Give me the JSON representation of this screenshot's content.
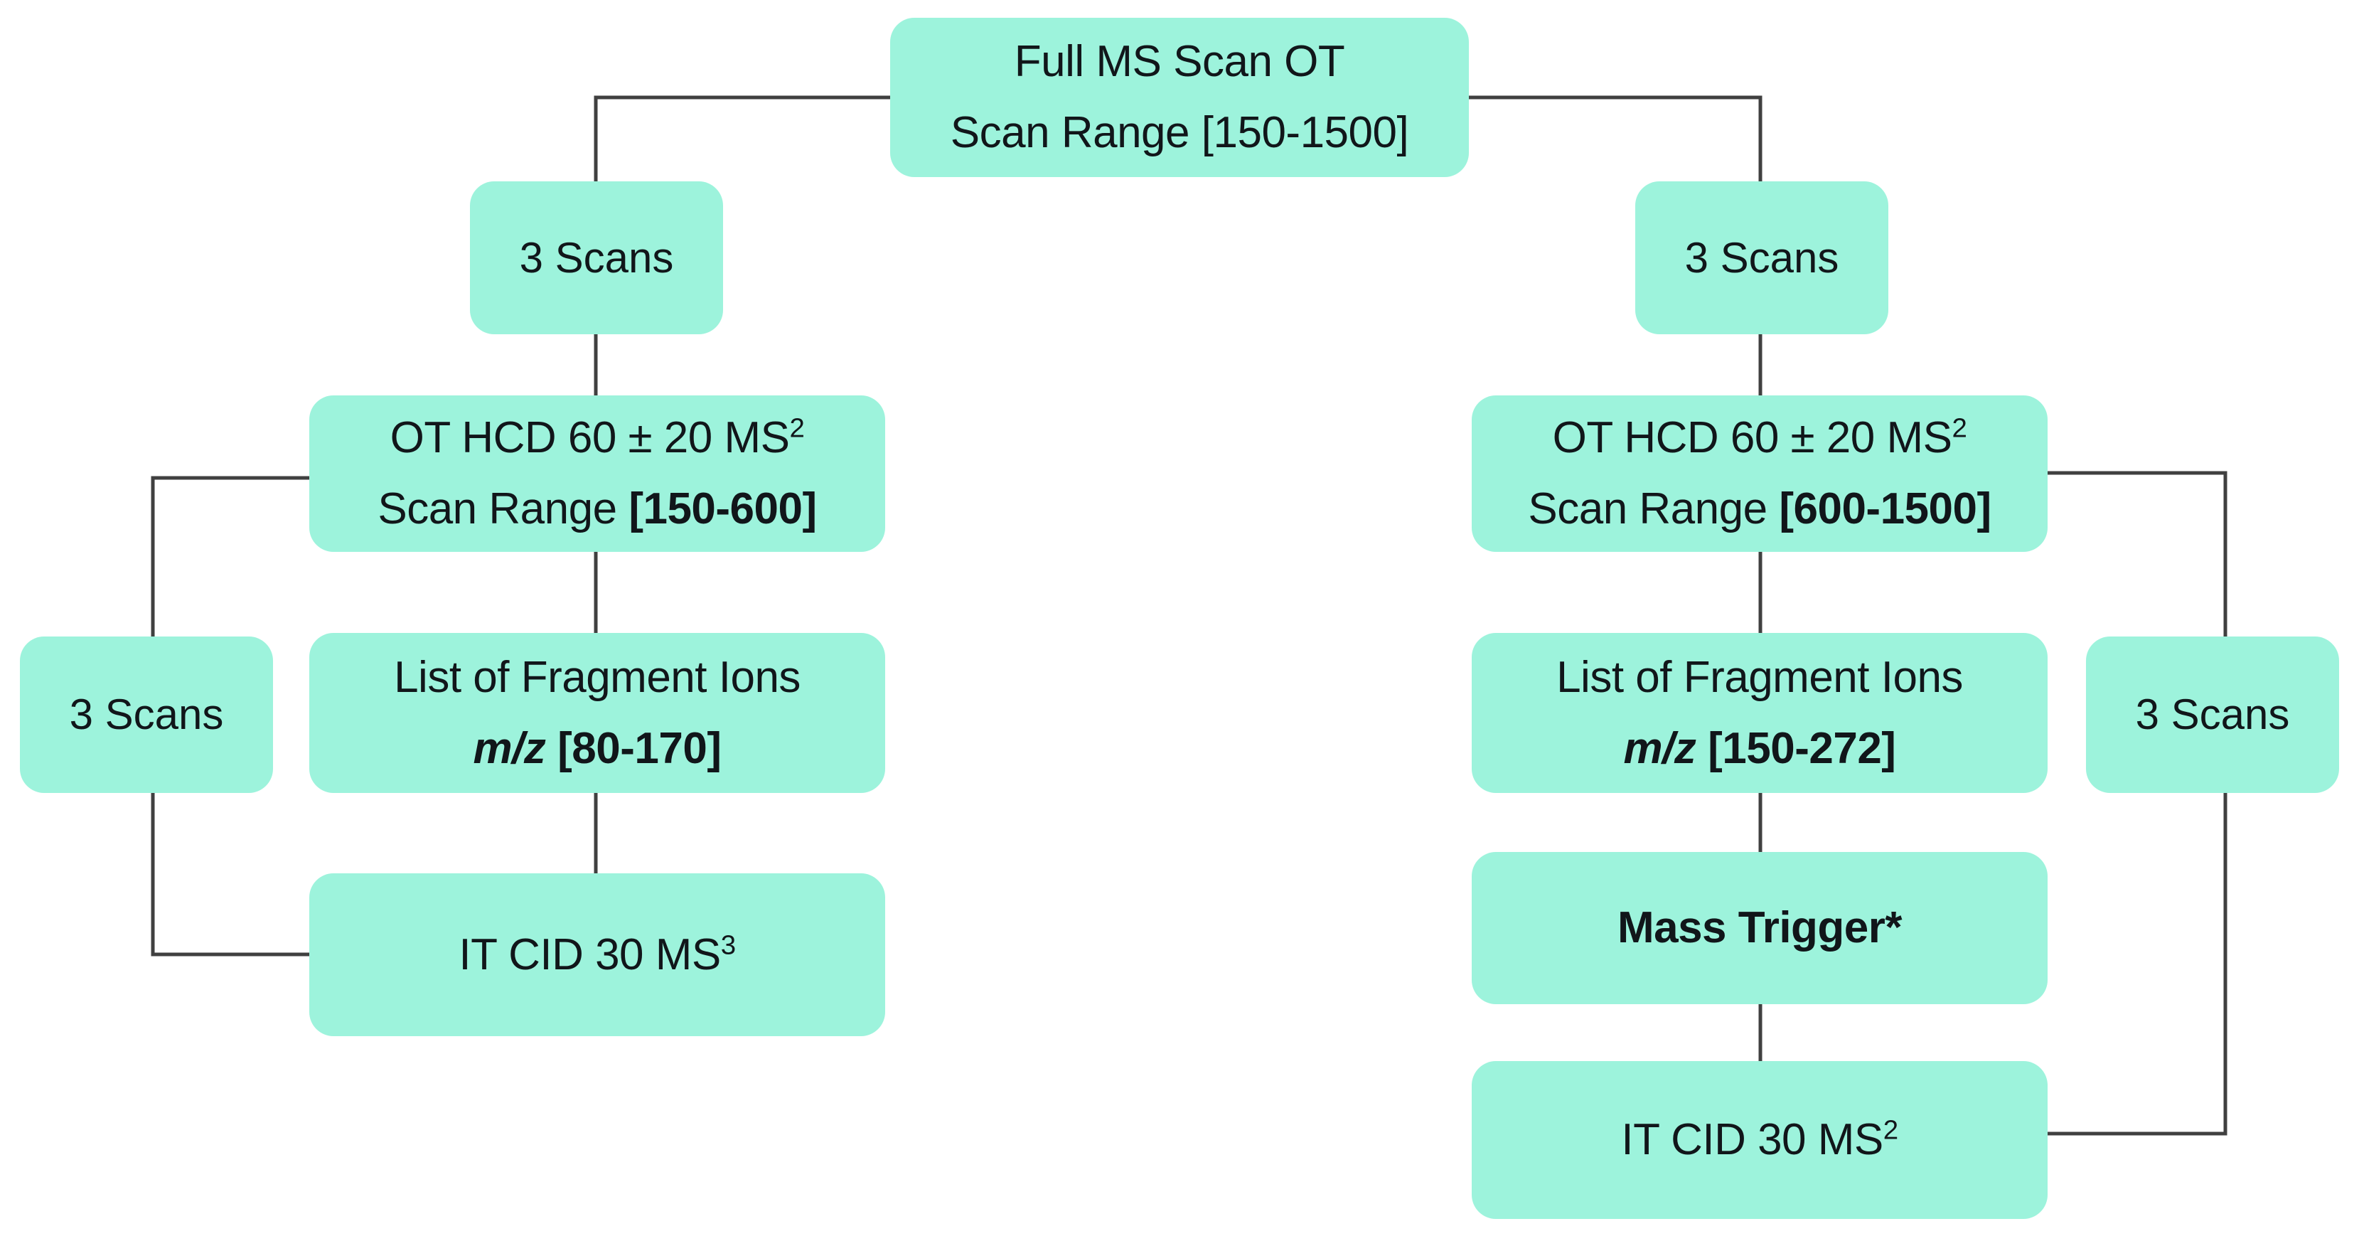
{
  "diagram": {
    "title": "Mass spectrometry acquisition method flowchart",
    "box_color": "#9DF3DC",
    "line_color": "#404040",
    "text_color": "#11161A",
    "background": "#FFFFFF"
  },
  "nodes": {
    "full_ms": {
      "line1": "Full MS Scan OT",
      "line2_prefix": "Scan Range ",
      "line2_value": "[150-1500]"
    },
    "scans_left_top": {
      "label": "3 Scans"
    },
    "scans_right_top": {
      "label": "3 Scans"
    },
    "scans_left_side": {
      "label": "3 Scans"
    },
    "scans_right_side": {
      "label": "3 Scans"
    },
    "hcd_left": {
      "line1_prefix": "OT HCD 60 ± 20 MS",
      "line1_sup": "2",
      "line2_prefix": "Scan Range ",
      "line2_value": "[150-600]"
    },
    "hcd_right": {
      "line1_prefix": "OT HCD 60 ± 20 MS",
      "line1_sup": "2",
      "line2_prefix": "Scan Range ",
      "line2_value": "[600-1500]"
    },
    "frag_left": {
      "line1": "List of Fragment Ions",
      "line2_mz": "m/z",
      "line2_value": " [80-170]"
    },
    "frag_right": {
      "line1": "List of Fragment Ions",
      "line2_mz": "m/z",
      "line2_value": " [150-272]"
    },
    "mass_trigger": {
      "label": "Mass Trigger*"
    },
    "cid_left": {
      "prefix": "IT CID 30 MS",
      "sup": "3"
    },
    "cid_right": {
      "prefix": "IT CID 30 MS",
      "sup": "2"
    }
  }
}
